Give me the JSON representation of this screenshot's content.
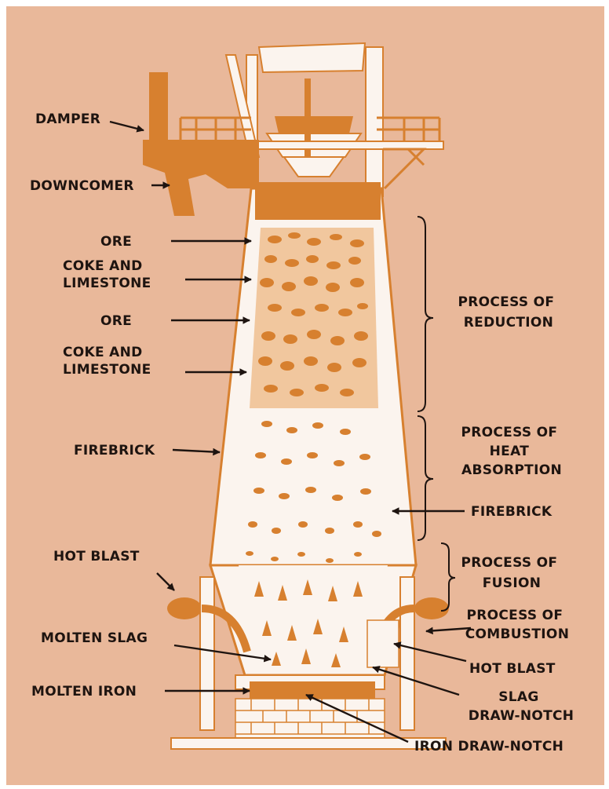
{
  "colors": {
    "background": "#e9b89a",
    "furnace_fill": "#d7802f",
    "brick_wall": "#fbf4ee",
    "text": "#1e1410"
  },
  "labels": {
    "damper": "DAMPER",
    "downcomer": "DOWNCOMER",
    "ore_1": "ORE",
    "coke_limestone_1": [
      "COKE AND",
      "LIMESTONE"
    ],
    "ore_2": "ORE",
    "coke_limestone_2": [
      "COKE AND",
      "LIMESTONE"
    ],
    "firebrick_left": "FIREBRICK",
    "hot_blast_left": "HOT BLAST",
    "molten_slag": "MOLTEN SLAG",
    "molten_iron": "MOLTEN IRON",
    "process_reduction": [
      "PROCESS OF",
      "REDUCTION"
    ],
    "process_heat_absorption": [
      "PROCESS OF",
      "HEAT",
      "ABSORPTION"
    ],
    "firebrick_right": "FIREBRICK",
    "process_fusion": [
      "PROCESS OF",
      "FUSION"
    ],
    "process_combustion": [
      "PROCESS OF",
      "COMBUSTION"
    ],
    "hot_blast_right": "HOT BLAST",
    "slag_draw_notch": [
      "SLAG",
      "DRAW-NOTCH"
    ],
    "iron_draw_notch": "IRON DRAW-NOTCH"
  }
}
